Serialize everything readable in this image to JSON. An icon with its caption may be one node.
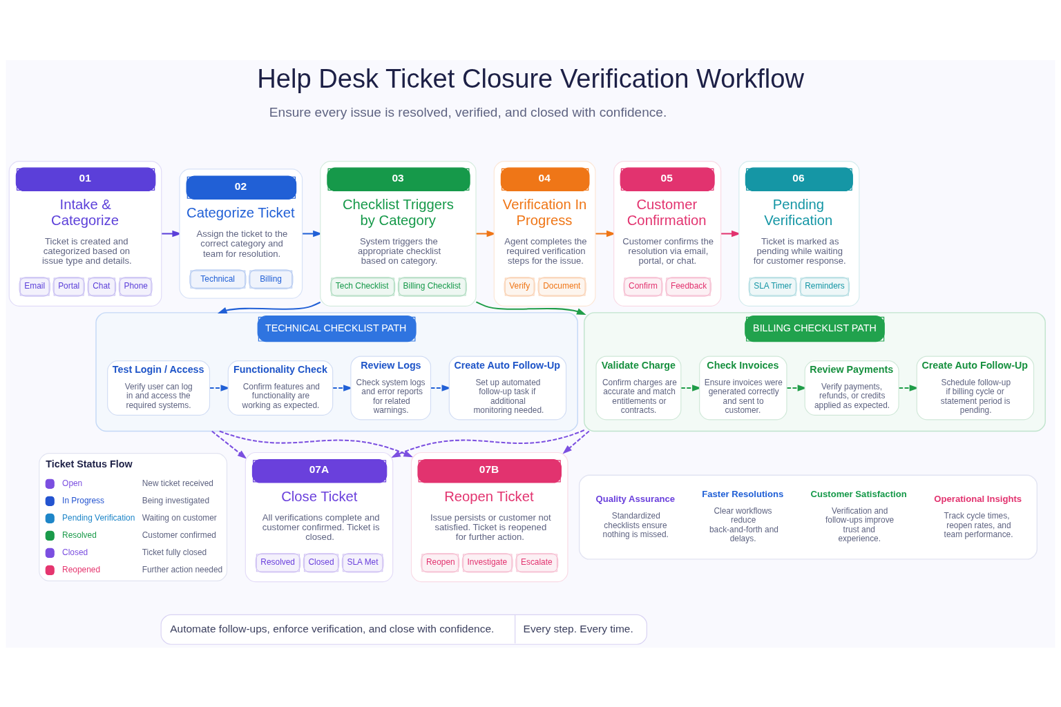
{
  "diagram": {
    "title": "Help Desk Ticket Closure Verification Workflow",
    "nodes": [
      {
        "text": [
          "01",
          "Intake & Categorize",
          "Ticket is created and categorized based on issue type and details.",
          "Email",
          "Portal",
          "Chat",
          "Phone"
        ]
      },
      {
        "text": [
          "02",
          "Categorize Ticket",
          "Assign the ticket to the correct category and team for resolution.",
          "Technical",
          "Billing"
        ]
      },
      {
        "text": [
          "03",
          "Checklist Triggers by Category",
          "System triggers the appropriate checklist based on category.",
          "Tech Checklist",
          "Billing Checklist"
        ]
      },
      {
        "text": [
          "04",
          "Verification In Progress",
          "Agent completes the required verification steps for the issue.",
          "Verify",
          "Document"
        ]
      },
      {
        "text": [
          "05",
          "Customer Confirmation",
          "Customer confirms the resolution via email, portal, or chat.",
          "Confirm",
          "Feedback"
        ]
      },
      {
        "text": [
          "06",
          "Pending Verification",
          "Ticket is marked as pending while waiting for customer response.",
          "SLA Timer",
          "Reminders"
        ]
      },
      {
        "text": [
          "TECHNICAL CHECKLIST PATH"
        ]
      },
      {
        "text": [
          "Test Login / Access",
          "Verify user can log in and access the required systems."
        ],
        "in": 6
      },
      {
        "text": [
          "Functionality Check",
          "Confirm features and functionality are working as expected."
        ],
        "in": 6
      },
      {
        "text": [
          "Review Logs",
          "Check system logs and error reports for related warnings."
        ],
        "in": 6
      },
      {
        "text": [
          "Create Auto Follow-Up",
          "Set up automated follow-up task if additional monitoring needed."
        ],
        "in": 6
      },
      {
        "text": [
          "BILLING CHECKLIST PATH"
        ]
      },
      {
        "text": [
          "Validate Charge",
          "Confirm charges are accurate and match entitlements or contracts."
        ],
        "in": 11
      },
      {
        "text": [
          "Check Invoices",
          "Ensure invoices were generated correctly and sent to customer."
        ],
        "in": 11
      },
      {
        "text": [
          "Review Payments",
          "Verify payments, refunds, or credits applied as expected."
        ],
        "in": 11
      },
      {
        "text": [
          "Create Auto Follow-Up",
          "Schedule follow-up if billing cycle or statement period is pending."
        ],
        "in": 11
      },
      {
        "text": [
          "Ticket Status Flow",
          "Open",
          "New ticket received",
          "In Progress",
          "Being investigated",
          "Pending Verification",
          "Waiting on customer",
          "Resolved",
          "Customer confirmed",
          "Closed",
          "Ticket fully closed",
          "Reopened",
          "Further action needed"
        ]
      },
      {
        "text": [
          "07A",
          "Close Ticket",
          "All verifications complete and customer confirmed. Ticket is closed.",
          "Resolved",
          "Closed",
          "SLA Met"
        ]
      },
      {
        "text": [
          "07B",
          "Reopen Ticket",
          "Issue persists or customer not satisfied. Ticket is reopened for further action.",
          "Reopen",
          "Investigate",
          "Escalate"
        ]
      },
      {
        "text": [],
        "shape": "box"
      },
      {
        "text": [
          "Quality Assurance",
          "Standardized checklists ensure nothing is missed."
        ],
        "in": 19
      },
      {
        "text": [
          "Faster Resolutions",
          "Clear workflows reduce back-and-forth and delays."
        ],
        "in": 19
      },
      {
        "text": [
          "Customer Satisfaction",
          "Verification and follow-ups improve trust and experience."
        ],
        "in": 19
      },
      {
        "text": [
          "Operational Insights",
          "Track cycle times, reopen rates, and team performance."
        ],
        "in": 19
      },
      {
        "text": [
          "Automate follow-ups, enforce verification, and close with confidence.",
          "Every step. Every time."
        ]
      }
    ],
    "edges": [
      {
        "from": 0,
        "to": 1,
        "arrow": "to",
        "color": "#5b3fd9"
      },
      {
        "from": 1,
        "to": 2,
        "arrow": "to",
        "color": "#2160d6"
      },
      {
        "from": 2,
        "to": 3,
        "arrow": "to",
        "color": "#ef7617"
      },
      {
        "from": 3,
        "to": 4,
        "arrow": "to",
        "color": "#ef7617"
      },
      {
        "from": 4,
        "to": 5,
        "arrow": "to",
        "color": "#e2336f"
      },
      {
        "from": 2,
        "to": 6,
        "arrow": "to",
        "color": "#2160d6"
      },
      {
        "from": 2,
        "to": 11,
        "arrow": "to",
        "color": "#1f9d48"
      },
      {
        "from": 7,
        "to": 8,
        "arrow": "to",
        "style": "dashed",
        "color": "#2160d6"
      },
      {
        "from": 8,
        "to": 9,
        "arrow": "to",
        "style": "dashed",
        "color": "#2160d6"
      },
      {
        "from": 9,
        "to": 10,
        "arrow": "to",
        "style": "dashed",
        "color": "#2160d6"
      },
      {
        "from": 12,
        "to": 13,
        "arrow": "to",
        "style": "dashed",
        "color": "#1f9d48"
      },
      {
        "from": 13,
        "to": 14,
        "arrow": "to",
        "style": "dashed",
        "color": "#1f9d48"
      },
      {
        "from": 14,
        "to": 15,
        "arrow": "to",
        "style": "dashed",
        "color": "#1f9d48"
      },
      {
        "from": 6,
        "to": 17,
        "arrow": "to",
        "style": "dashed",
        "color": "#7b4fe0"
      },
      {
        "from": 6,
        "to": 18,
        "arrow": "to",
        "style": "dashed",
        "color": "#7b4fe0"
      },
      {
        "from": 11,
        "to": 17,
        "arrow": "to",
        "style": "dashed",
        "color": "#7b4fe0"
      },
      {
        "from": 11,
        "to": 18,
        "arrow": "to",
        "style": "dashed",
        "color": "#7b4fe0"
      }
    ],
    "labels": [
      "Ensure every issue is resolved, verified, and closed with confidence."
    ]
  }
}
